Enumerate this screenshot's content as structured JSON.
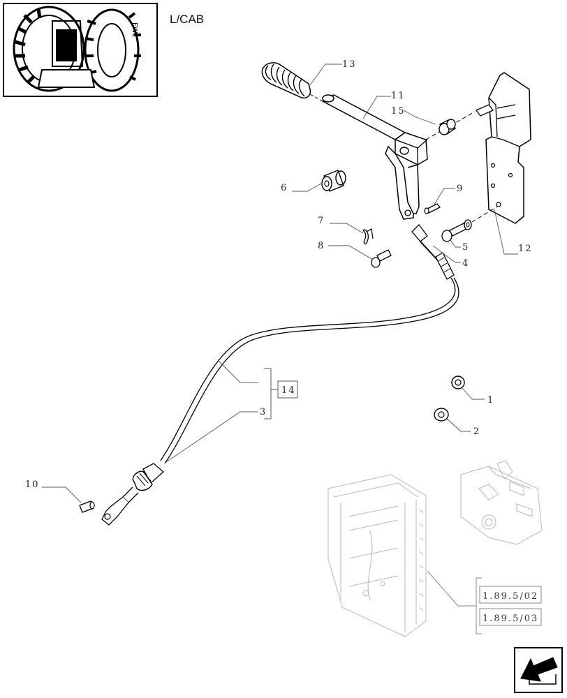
{
  "header": {
    "variant_label": "L/CAB"
  },
  "thumbnail": {
    "label": "FWL"
  },
  "callouts": {
    "c1": "1",
    "c2": "2",
    "c3": "3",
    "c4": "4",
    "c5": "5",
    "c6": "6",
    "c7": "7",
    "c8": "8",
    "c9": "9",
    "c10": "10",
    "c11": "11",
    "c12": "12",
    "c13": "13",
    "c14": "14",
    "c15": "15"
  },
  "references": {
    "ref1": "1.89.5/02",
    "ref2": "1.89.5/03"
  },
  "navigation": {
    "next_icon": "arrow-next-icon"
  }
}
